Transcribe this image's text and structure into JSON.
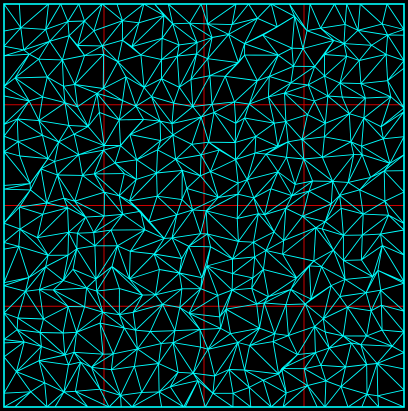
{
  "colors": {
    "background": "#000000",
    "mesh_edge": "#00ffff",
    "grid_line": "#cc0000",
    "border": "#00ffff"
  },
  "grid": {
    "divisions": 4
  },
  "mesh": {
    "seed": 271828,
    "jitter_rows": 21,
    "jitter_cols": 21
  }
}
